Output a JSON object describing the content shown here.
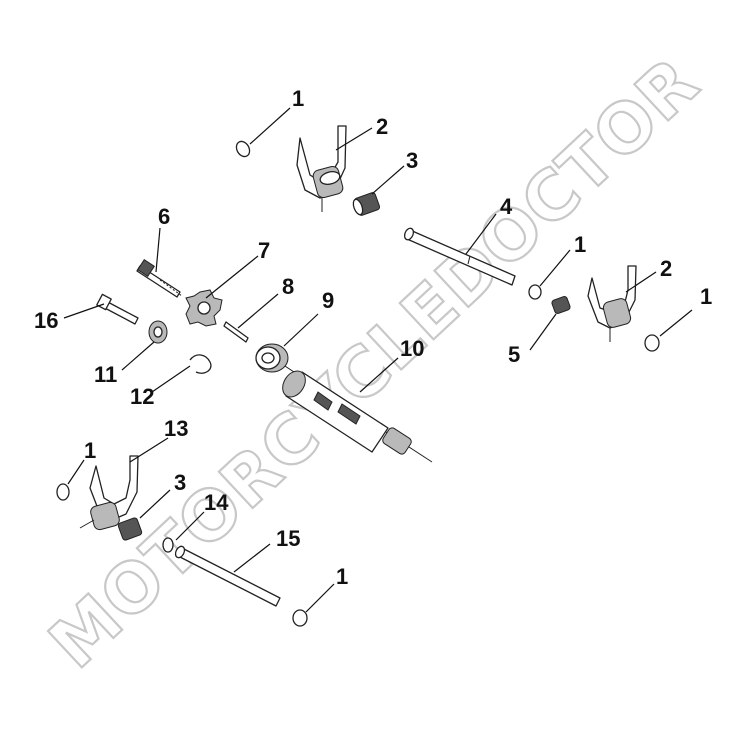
{
  "watermark": "MOTORCYCLEDOCTOR",
  "callouts": {
    "c1a": "1",
    "c2a": "2",
    "c3a": "3",
    "c4": "4",
    "c1b": "1",
    "c2b": "2",
    "c1c": "1",
    "c5": "5",
    "c6": "6",
    "c7": "7",
    "c8": "8",
    "c9": "9",
    "c10": "10",
    "c16": "16",
    "c11": "11",
    "c12": "12",
    "c1d": "1",
    "c13": "13",
    "c3b": "3",
    "c14": "14",
    "c15": "15",
    "c1e": "1"
  }
}
